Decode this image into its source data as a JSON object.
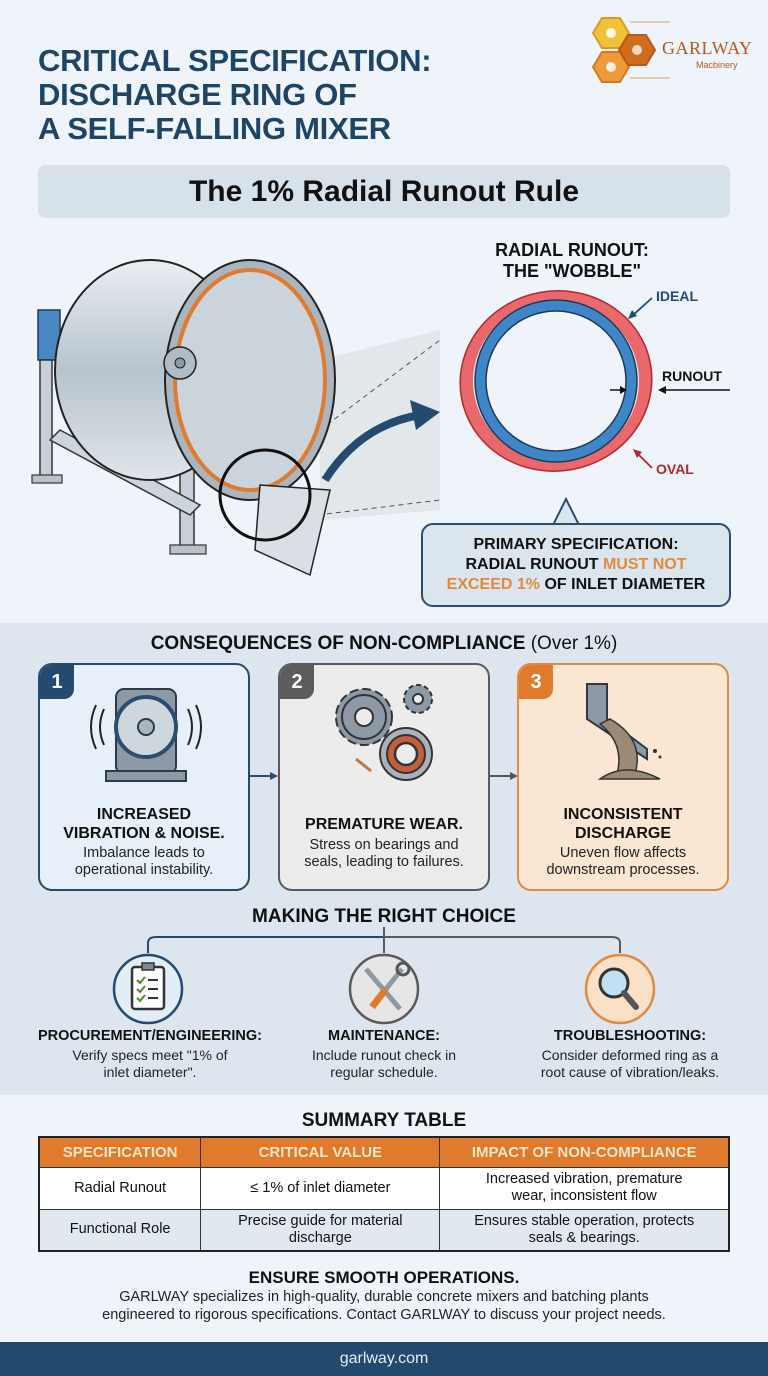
{
  "header": {
    "title_lines": [
      "CRITICAL SPECIFICATION:",
      "DISCHARGE RING OF",
      "A SELF-FALLING MIXER"
    ],
    "subtitle": "The 1% Radial Runout Rule"
  },
  "logo": {
    "name": "GARLWAY",
    "sub": "Macbinery",
    "colors": [
      "#f0c23a",
      "#e8892e",
      "#c9671f"
    ]
  },
  "diagram": {
    "title_line1": "RADIAL RUNOUT:",
    "title_line2": "THE \"WOBBLE\"",
    "labels": {
      "ideal": "IDEAL",
      "runout": "RUNOUT",
      "oval": "OVAL"
    },
    "colors": {
      "ideal": "#3f86c8",
      "oval": "#e8686b"
    }
  },
  "callout": {
    "line1": "PRIMARY SPECIFICATION:",
    "line2_a": "RADIAL RUNOUT ",
    "line2_hl": "MUST NOT",
    "line3_hl": "EXCEED 1%",
    "line3_b": " OF INLET DIAMETER",
    "highlight_color": "#e28a3b"
  },
  "consequences": {
    "title": "CONSEQUENCES OF NON-COMPLIANCE",
    "title_suffix": " (Over 1%)",
    "cards": [
      {
        "number": "1",
        "head_line1": "INCREASED",
        "head_line2": "VIBRATION & NOISE.",
        "body_line1": "Imbalance leads to",
        "body_line2": "operational instability.",
        "icon": "vibrating-motor-icon"
      },
      {
        "number": "2",
        "head_line1": "PREMATURE WEAR.",
        "body_line1": "Stress on bearings and",
        "body_line2": "seals, leading to failures.",
        "icon": "worn-gears-bearing-icon"
      },
      {
        "number": "3",
        "head_line1": "INCONSISTENT",
        "head_line2": "DISCHARGE",
        "body_line1": "Uneven flow affects",
        "body_line2": "downstream processes.",
        "icon": "chute-discharge-icon"
      }
    ]
  },
  "choice": {
    "title": "MAKING THE RIGHT CHOICE",
    "items": [
      {
        "head": "PROCUREMENT/ENGINEERING:",
        "body_line1": "Verify specs meet \"1% of",
        "body_line2": "inlet diameter\".",
        "icon": "clipboard-checklist-icon"
      },
      {
        "head": "MAINTENANCE:",
        "body_line1": "Include runout check in",
        "body_line2": "regular schedule.",
        "icon": "wrench-screwdriver-icon"
      },
      {
        "head": "TROUBLESHOOTING:",
        "body_line1": "Consider deformed ring as a",
        "body_line2": "root cause of vibration/leaks.",
        "icon": "magnifier-icon"
      }
    ]
  },
  "summary": {
    "title": "SUMMARY TABLE",
    "columns": [
      "SPECIFICATION",
      "CRITICAL VALUE",
      "IMPACT OF NON-COMPLIANCE"
    ],
    "rows": [
      {
        "spec": "Radial Runout",
        "value": "≤ 1% of inlet diameter",
        "impact_line1": "Increased vibration, premature",
        "impact_line2": "wear, inconsistent flow"
      },
      {
        "spec": "Functional Role",
        "value_line1": "Precise guide for material",
        "value_line2": "discharge",
        "impact_line1": "Ensures stable operation, protects",
        "impact_line2": "seals & bearings."
      }
    ]
  },
  "ensure": {
    "title": "ENSURE SMOOTH OPERATIONS.",
    "body_line1": "GARLWAY specializes in high-quality, durable concrete mixers and batching plants",
    "body_line2": "engineered to rigorous specifications. Contact GARLWAY to discuss your project needs."
  },
  "footer": {
    "url": "garlway.com"
  }
}
